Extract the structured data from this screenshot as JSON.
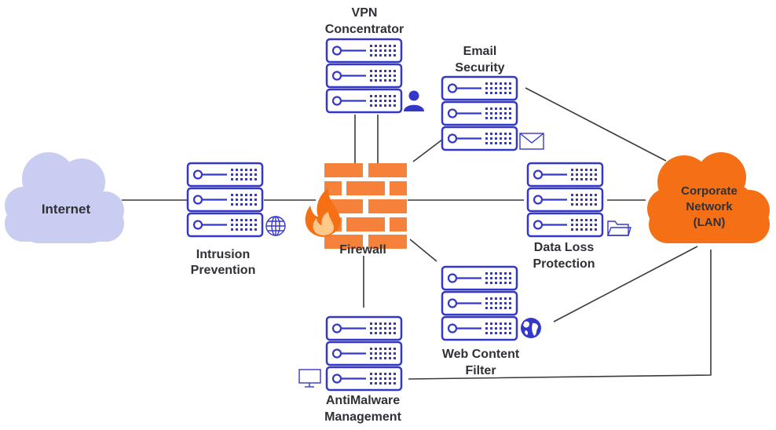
{
  "nodes": {
    "internet": {
      "label": "Internet"
    },
    "corporate": {
      "label_lines": [
        "Corporate",
        "Network",
        "(LAN)"
      ]
    },
    "intrusion": {
      "label_lines": [
        "Intrusion",
        "Prevention"
      ]
    },
    "vpn": {
      "label_lines": [
        "VPN",
        "Concentrator"
      ]
    },
    "email": {
      "label_lines": [
        "Email",
        "Security"
      ]
    },
    "firewall": {
      "label": "Firewall"
    },
    "dlp": {
      "label_lines": [
        "Data Loss",
        "Protection"
      ]
    },
    "webfilter": {
      "label_lines": [
        "Web Content",
        "Filter"
      ]
    },
    "antimalware": {
      "label_lines": [
        "AntiMalware",
        "Management"
      ]
    }
  },
  "icons": {
    "intrusion": "globe-grid-icon",
    "vpn": "user-icon",
    "email": "envelope-icon",
    "firewall": "flame-icon",
    "dlp": "folder-icon",
    "webfilter": "earth-icon",
    "antimalware": "monitor-icon"
  },
  "colors": {
    "server_stroke": "#3438c9",
    "server_fill": "#ffffff",
    "internet_cloud": "#c9cdf2",
    "internet_text": "#2f3136",
    "corporate_cloud": "#f57014",
    "corporate_text": "#ffffff",
    "firewall_brick": "#f5813b",
    "flame_outer": "#f57014",
    "flame_inner": "#ffc98c",
    "connector": "#3a3a3a",
    "label_text": "#2f3136"
  }
}
